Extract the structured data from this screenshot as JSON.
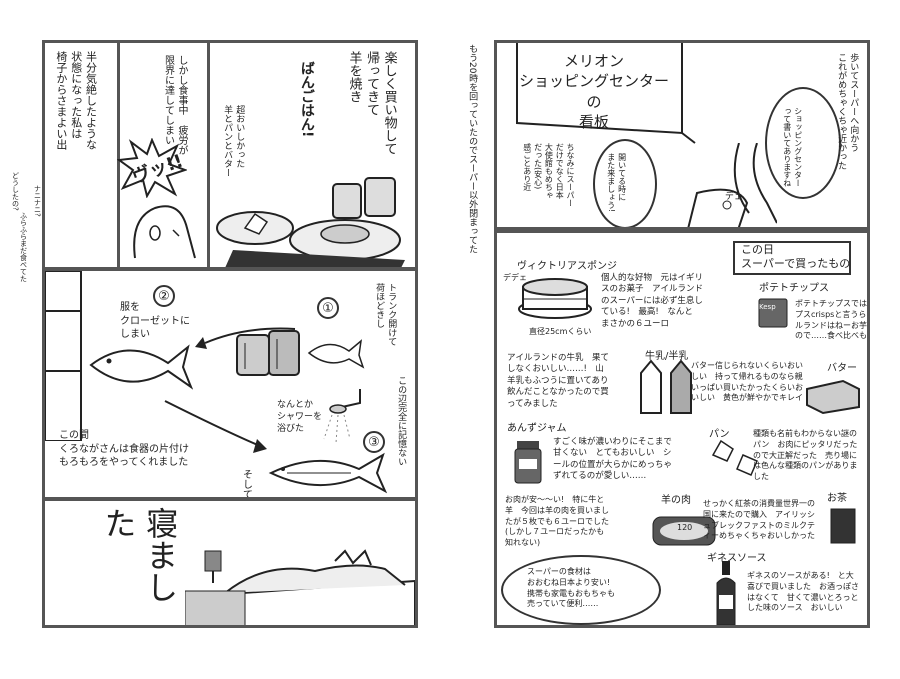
{
  "left_page": {
    "panel1": {
      "col1": "半分気絶したような\n状態になった私は\n椅子からさまよい出",
      "col2": "しかし食事中　疲労が\n限界に達してしまい",
      "sfx": "ヴッ!!",
      "col3": "ばんごはん!",
      "col4": "楽しく買い物して\n帰ってきて\n羊を焼き",
      "note": "超おいしかった\n羊とパンとバター",
      "side_bubble1": "どうしたの?",
      "side_bubble2": "ナニナニ?",
      "side_note": "ふらふらまだ食べてた"
    },
    "panel2": {
      "step1_num": "①",
      "step1": "トランク開けて\n荷ほどきし",
      "step2_num": "②",
      "step2": "服を\nクローゼットに\nしまい",
      "step3_num": "③",
      "step3": "なんとか\nシャワーを\n浴びた",
      "note_kuronaga": "この間\nくろながさんは食器の片付け\nもろもろをやってくれました",
      "side_memory": "この辺完全に記憶ない",
      "soshite": "そして"
    },
    "panel3": {
      "title": "寝ました"
    }
  },
  "right_page": {
    "side_vertical": "もう20時を回っていたのでスーパー以外閉まってた",
    "sign_panel": {
      "sign_text": "メリオン\nショッピングセンター\nの\n看板",
      "note_vertical": "ちなみにスーパー\nだけでなく日本\n大使館もめちゃ\nだった(安心)\n感ごとあり近",
      "bubble_shopping": "ショッピングセンター\nって書いてありますね",
      "bubble_open": "開いてる時に\nまた来ましょう!",
      "walk_text": "歩いてスーパーへ向かう\nこれがめちゃくちゃ近かった",
      "sfx": "デェ"
    },
    "shopping_panel": {
      "header": "この日\nスーパーで買ったもの",
      "items": [
        {
          "name": "ヴィクトリアスポンジ",
          "desc": "個人的な好物　元はイギリ\nスのお菓子　アイルランド\nのスーパーには必ず生息し\nている!　最高!　なんと\nまさかの６ユーロ",
          "note": "直径25cmくらい",
          "sfx": "デデェ"
        },
        {
          "name": "ポテトチップス",
          "desc": "ポテトチップスではなくクリス\nプスcrispsと言うらしい　アイ\nルランドはねーお芋がおいしい\nので……食べ比べも楽しいです"
        },
        {
          "name": "牛乳/半乳",
          "desc": "アイルランドの牛乳　果て\nしなくおいしい……!　山\n羊乳もふつうに置いてあり\n飲んだことなかったので買\nってみました"
        },
        {
          "name": "バター",
          "desc": "バター信じられないくらいおい\nしい　持って帰れるものなら親\nいっぱい買いたかったくらいお\nいしい　黄色が鮮やかでキレイ"
        },
        {
          "name": "あんずジャム",
          "desc": "すごく味が濃いわりにそこまで\n甘くない　とてもおいしい　シ\nールの位置が大らかにめっちゃ\nずれてるのが愛しい……"
        },
        {
          "name": "パン",
          "desc": "種類も名前もわからない謎の\nパン　お肉にピッタリだった\nので大正解だった　売り場に\nは色んな種類のパンがありま\nした"
        },
        {
          "name": "羊の肉",
          "desc": "お肉が安〜〜い!　特に牛と\n羊　今回は羊の肉を買いまし\nたが５枚でも６ユーロでした\n(しかし７ユーロだったかも\n知れない)"
        },
        {
          "name": "お茶",
          "desc": "せっかく紅茶の消費量世界一の\n国に来たので購入　アイリッシ\nュブレックファストのミルクテ\nィーめちゃくちゃおいしかった"
        },
        {
          "name": "ギネスソース",
          "desc": "ギネスのソースがある!　と大\n喜びで買いました　お酒っぽさ\nはなくて　甘くて濃いとろっと\nした味のソース　おいしい"
        }
      ],
      "bubble_food": "スーパーの食材は\nおおむね日本より安い!\n携帯も家電もおもちゃも\n売っていて便利……",
      "chips_label": "Kesp",
      "meat_label": "120"
    }
  }
}
